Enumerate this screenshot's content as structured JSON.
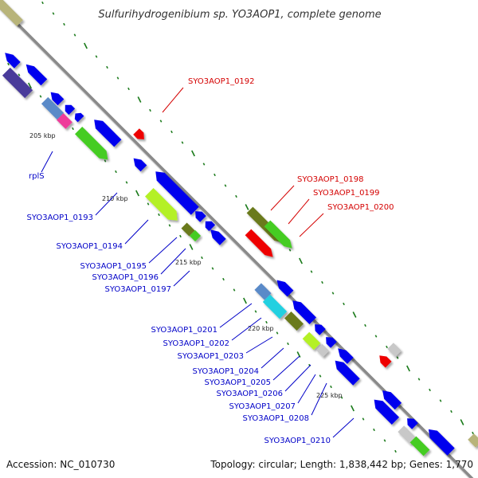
{
  "title": "Sulfurihydrogenibium sp. YO3AOP1, complete genome",
  "footer": {
    "accession": "Accession: NC_010730",
    "topology": "Topology: circular; Length: 1,838,442 bp; Genes: 1,770"
  },
  "colors": {
    "backbone": "#8a8a8a",
    "tick": "#1a7a1a",
    "label_forward": "#d40000",
    "label_reverse": "#0000c8",
    "blue": "#0000ee",
    "red": "#ee0000",
    "green": "#44cc22",
    "olive": "#6b7a1a",
    "lime": "#b4f028",
    "cyan": "#22d0e0",
    "steel": "#5a8ac8",
    "navy": "#4a3a9a",
    "pink": "#ee3a9a",
    "khaki": "#b8b47a",
    "gray": "#c8c8c8"
  },
  "kbp_marks": [
    "205 kbp",
    "210 kbp",
    "215 kbp",
    "220 kbp",
    "225 kbp"
  ],
  "forward_labels": [
    "SYO3AOP1_0192",
    "SYO3AOP1_0198",
    "SYO3AOP1_0199",
    "SYO3AOP1_0200"
  ],
  "reverse_labels": [
    "rplS",
    "SYO3AOP1_0193",
    "SYO3AOP1_0194",
    "SYO3AOP1_0195",
    "SYO3AOP1_0196",
    "SYO3AOP1_0197",
    "SYO3AOP1_0201",
    "SYO3AOP1_0202",
    "SYO3AOP1_0203",
    "SYO3AOP1_0204",
    "SYO3AOP1_0205",
    "SYO3AOP1_0206",
    "SYO3AOP1_0207",
    "SYO3AOP1_0208",
    "SYO3AOP1_0210"
  ]
}
